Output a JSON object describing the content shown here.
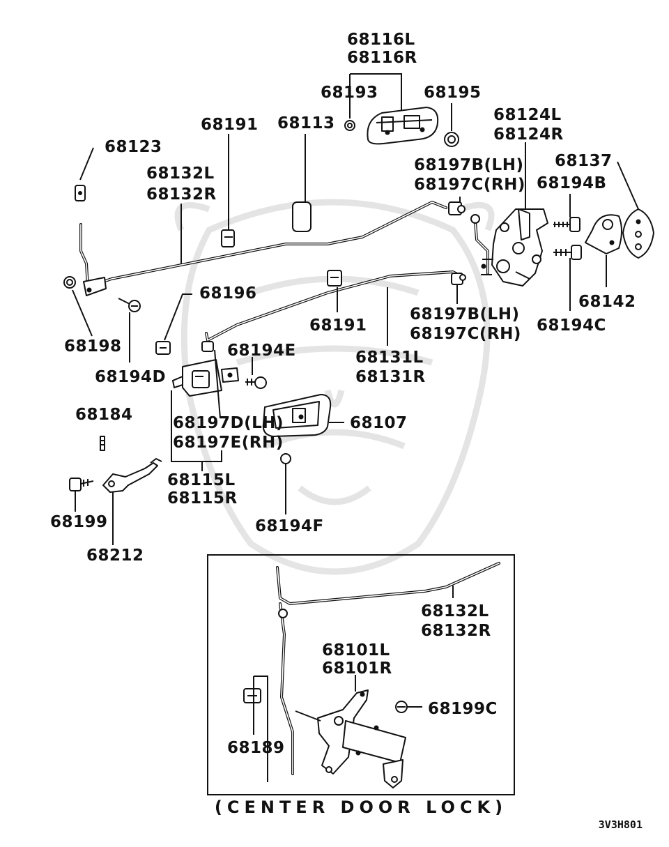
{
  "diagram": {
    "labels": {
      "p68116L": "68116L",
      "p68116R": "68116R",
      "p68193": "68193",
      "p68195": "68195",
      "p68191a": "68191",
      "p68113": "68113",
      "p68124L": "68124L",
      "p68124R": "68124R",
      "p68123": "68123",
      "p68137": "68137",
      "p68197B_top": "68197B(LH)",
      "p68197C_top": "68197C(RH)",
      "p68194B": "68194B",
      "p68132L_top": "68132L",
      "p68132R_top": "68132R",
      "p68196": "68196",
      "p68142": "68142",
      "p68191b": "68191",
      "p68197B_mid": "68197B(LH)",
      "p68197C_mid": "68197C(RH)",
      "p68194C": "68194C",
      "p68198": "68198",
      "p68194E": "68194E",
      "p68131L": "68131L",
      "p68131R": "68131R",
      "p68194D": "68194D",
      "p68184": "68184",
      "p68197D": "68197D(LH)",
      "p68107": "68107",
      "p68197E": "68197E(RH)",
      "p68115L": "68115L",
      "p68115R": "68115R",
      "p68199": "68199",
      "p68194F": "68194F",
      "p68212": "68212",
      "p68132L_box": "68132L",
      "p68132R_box": "68132R",
      "p68101L": "68101L",
      "p68101R": "68101R",
      "p68199C": "68199C",
      "p68189": "68189"
    },
    "caption": "(CENTER DOOR LOCK)",
    "drawing_code": "3V3H801"
  }
}
